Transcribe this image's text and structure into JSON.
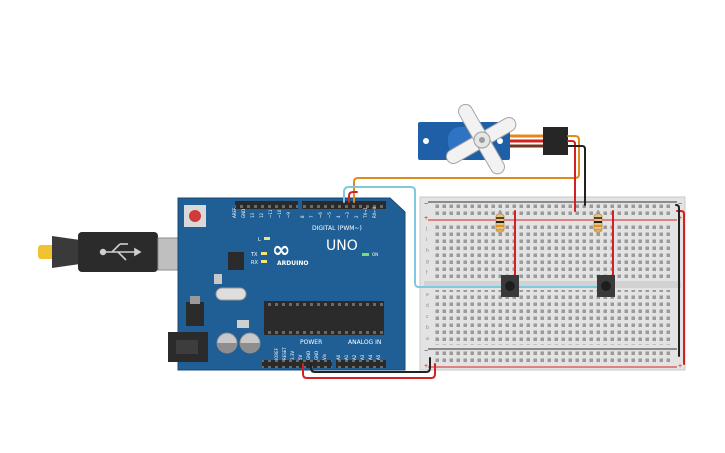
{
  "arduino": {
    "brand": "ARDUINO",
    "model": "UNO",
    "logo": "∞",
    "digital_label": "DIGITAL (PWM~)",
    "power_label": "POWER",
    "analog_label": "ANALOG IN",
    "on_label": "ON",
    "led_l": "L",
    "led_tx": "TX",
    "led_rx": "RX",
    "board_color": "#1f5f95"
  },
  "breadboard": {
    "rail_minus": "−",
    "rail_plus": "+",
    "row_labels": [
      "a",
      "b",
      "c",
      "d",
      "e",
      "f",
      "g",
      "h",
      "i",
      "j"
    ]
  },
  "wires": {
    "red": "#d42020",
    "black": "#222222",
    "orange": "#e08a1c",
    "cyan": "#7fc8e0"
  },
  "icons": {
    "usb": "usb-icon",
    "servo": "servo-motor",
    "resistor": "resistor",
    "pushbutton": "pushbutton"
  }
}
